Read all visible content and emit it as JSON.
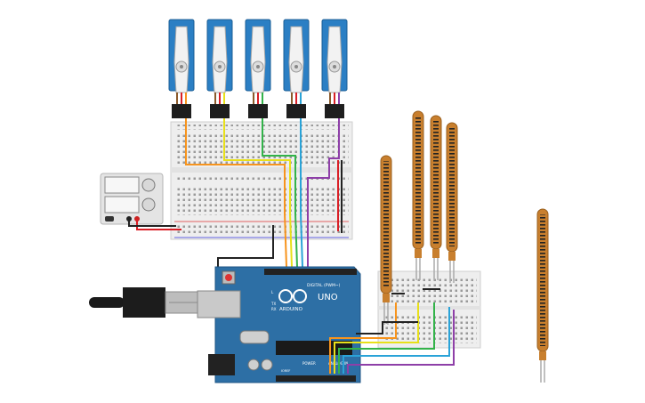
{
  "board": {
    "brand": "ARDUINO",
    "model": "UNO",
    "digital_label": "DIGITAL (PWM~)",
    "analog_label": "ANALOG IN",
    "power_label": "POWER",
    "ioref_label": "IOREF",
    "tx_label": "TX",
    "rx_label": "RX",
    "l_label": "L"
  },
  "servos": {
    "count": 5,
    "wire_colors": [
      "#f7941d",
      "#e8e01a",
      "#33b34a",
      "#2aa3d8",
      "#8e3fa8"
    ]
  },
  "flex_sensors": {
    "count": 5
  },
  "power_supply": {
    "display_top": "",
    "display_bottom": ""
  },
  "colors": {
    "board_blue": "#2d6fa5",
    "breadboard": "#eeeeee",
    "servo_blue": "#2b7fc4",
    "flex_copper": "#c87f2e",
    "wire_red": "#d91f26",
    "wire_black": "#222222"
  }
}
